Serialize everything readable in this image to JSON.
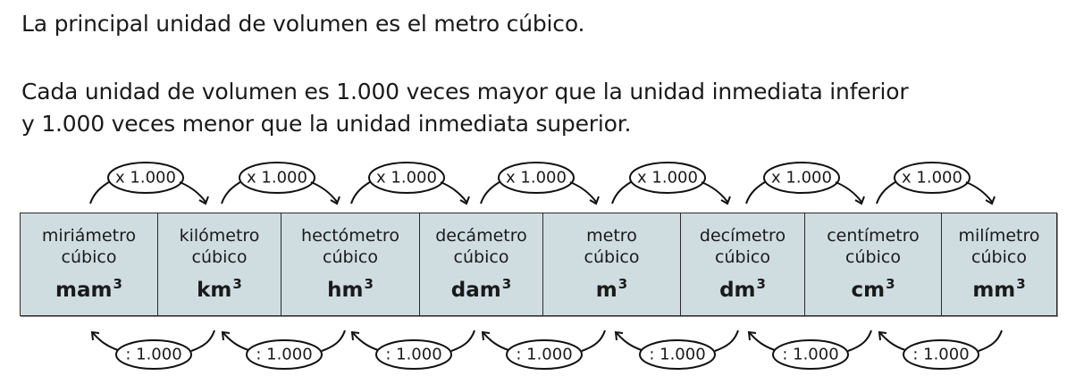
{
  "text": {
    "line1": "La principal unidad de volumen es el metro cúbico.",
    "line2": "Cada unidad de volumen es 1.000 veces mayor que la unidad inmediata inferior",
    "line3": "y 1.000 veces menor que la unidad inmediata superior."
  },
  "table": {
    "background": "#cfdde1",
    "units": [
      {
        "name": "miriámetro",
        "word": "cúbico",
        "symbol": "mam",
        "exp": "3"
      },
      {
        "name": "kilómetro",
        "word": "cúbico",
        "symbol": "km",
        "exp": "3"
      },
      {
        "name": "hectómetro",
        "word": "cúbico",
        "symbol": "hm",
        "exp": "3"
      },
      {
        "name": "decámetro",
        "word": "cúbico",
        "symbol": "dam",
        "exp": "3"
      },
      {
        "name": "metro",
        "word": "cúbico",
        "symbol": "m",
        "exp": "3"
      },
      {
        "name": "decímetro",
        "word": "cúbico",
        "symbol": "dm",
        "exp": "3"
      },
      {
        "name": "centímetro",
        "word": "cúbico",
        "symbol": "cm",
        "exp": "3"
      },
      {
        "name": "milímetro",
        "word": "cúbico",
        "symbol": "mm",
        "exp": "3"
      }
    ]
  },
  "arrows": {
    "multiply": [
      "x 1.000",
      "x 1.000",
      "x 1.000",
      "x 1.000",
      "x 1.000",
      "x 1.000",
      "x 1.000"
    ],
    "divide": [
      ": 1.000",
      ": 1.000",
      ": 1.000",
      ": 1.000",
      ": 1.000",
      ": 1.000",
      ": 1.000"
    ]
  }
}
